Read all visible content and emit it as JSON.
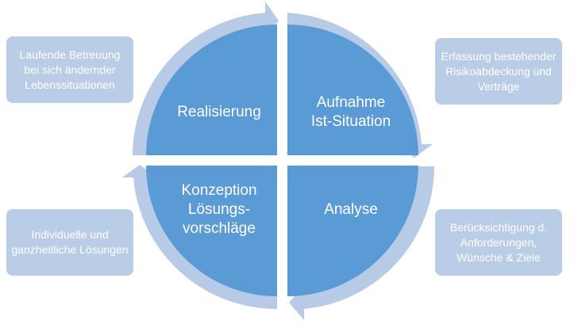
{
  "quadrants": {
    "top_left": "Realisierung",
    "top_right": "Aufnahme\nIst-Situation",
    "bottom_right": "Analyse",
    "bottom_left": "Konzeption\nLösungs-\nvorschläge"
  },
  "notes": {
    "top_left": "Laufende Betreuung bei sich ändernder Lebenssituationen",
    "top_right": "Erfassung bestehender Risikoabdeckung und Verträge",
    "bottom_right": "Berücksichtigung d. Anforderungen, Wünsche & Ziele",
    "bottom_left": "Individuelle und ganzheitliche Lösungen"
  },
  "colors": {
    "quadrant_fill": "#5b9bd5",
    "arrow_ring": "#b7cbe6",
    "note_fill": "#b9cde6",
    "text": "#ffffff"
  }
}
